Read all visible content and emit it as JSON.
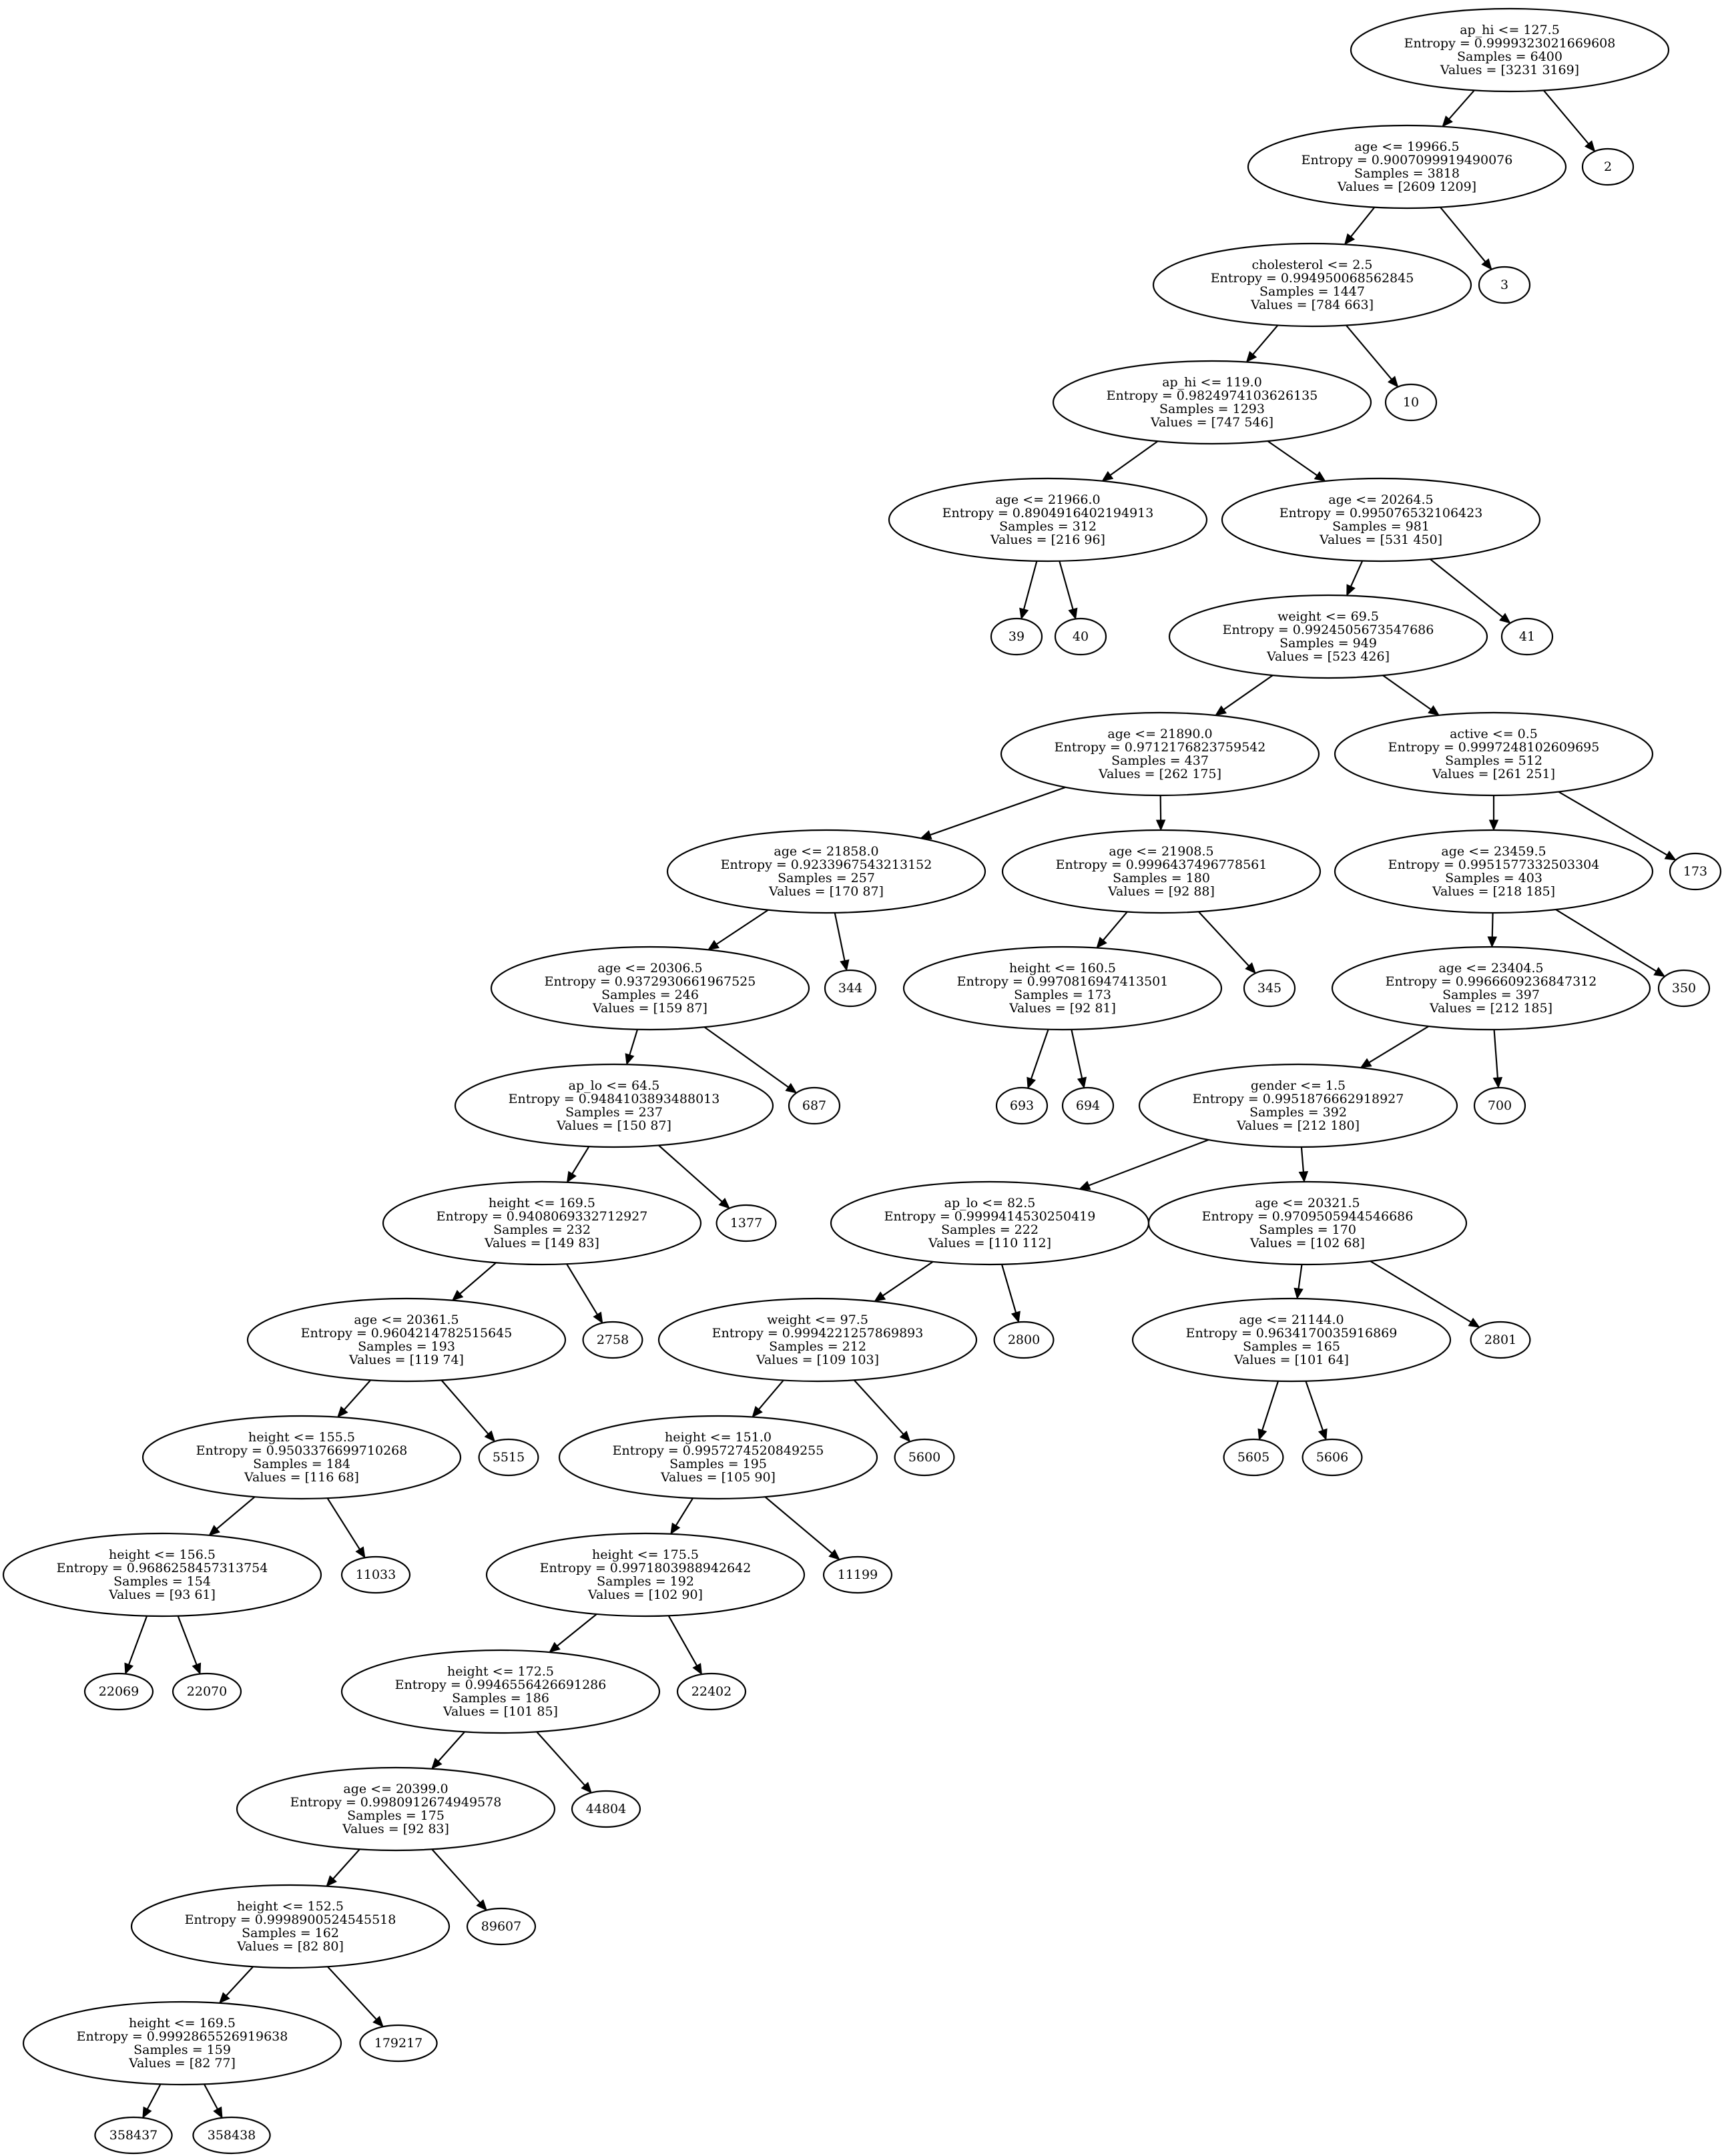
{
  "diagram": {
    "type": "decision-tree",
    "nodes": [
      {
        "id": "n0",
        "lines": [
          "ap_hi <= 127.5",
          "Entropy = 0.9999323021669608",
          "Samples = 6400",
          "Values = [3231 3169]"
        ]
      },
      {
        "id": "n1",
        "lines": [
          "age <= 19966.5",
          "Entropy = 0.9007099919490076",
          "Samples = 3818",
          "Values = [2609 1209]"
        ]
      },
      {
        "id": "n2",
        "lines": [
          "2"
        ]
      },
      {
        "id": "n3",
        "lines": [
          "cholesterol <= 2.5",
          "Entropy = 0.994950068562845",
          "Samples = 1447",
          "Values = [784 663]"
        ]
      },
      {
        "id": "n4",
        "lines": [
          "3"
        ]
      },
      {
        "id": "n5",
        "lines": [
          "ap_hi <= 119.0",
          "Entropy = 0.9824974103626135",
          "Samples = 1293",
          "Values = [747 546]"
        ]
      },
      {
        "id": "n6",
        "lines": [
          "10"
        ]
      },
      {
        "id": "n7",
        "lines": [
          "age <= 21966.0",
          "Entropy = 0.8904916402194913",
          "Samples = 312",
          "Values = [216  96]"
        ]
      },
      {
        "id": "n8",
        "lines": [
          "age <= 20264.5",
          "Entropy = 0.995076532106423",
          "Samples = 981",
          "Values = [531 450]"
        ]
      },
      {
        "id": "n9",
        "lines": [
          "39"
        ]
      },
      {
        "id": "n10",
        "lines": [
          "40"
        ]
      },
      {
        "id": "n11",
        "lines": [
          "weight <= 69.5",
          "Entropy = 0.9924505673547686",
          "Samples = 949",
          "Values = [523 426]"
        ]
      },
      {
        "id": "n12",
        "lines": [
          "41"
        ]
      },
      {
        "id": "n13",
        "lines": [
          "age <= 21890.0",
          "Entropy = 0.9712176823759542",
          "Samples = 437",
          "Values = [262 175]"
        ]
      },
      {
        "id": "n14",
        "lines": [
          "active <= 0.5",
          "Entropy = 0.9997248102609695",
          "Samples = 512",
          "Values = [261 251]"
        ]
      },
      {
        "id": "n15",
        "lines": [
          "age <= 21858.0",
          "Entropy = 0.9233967543213152",
          "Samples = 257",
          "Values = [170  87]"
        ]
      },
      {
        "id": "n16",
        "lines": [
          "age <= 21908.5",
          "Entropy = 0.9996437496778561",
          "Samples = 180",
          "Values = [92 88]"
        ]
      },
      {
        "id": "n17",
        "lines": [
          "age <= 23459.5",
          "Entropy = 0.9951577332503304",
          "Samples = 403",
          "Values = [218 185]"
        ]
      },
      {
        "id": "n18",
        "lines": [
          "173"
        ]
      },
      {
        "id": "n19",
        "lines": [
          "age <= 20306.5",
          "Entropy = 0.9372930661967525",
          "Samples = 246",
          "Values = [159  87]"
        ]
      },
      {
        "id": "n20",
        "lines": [
          "344"
        ]
      },
      {
        "id": "n21",
        "lines": [
          "height <= 160.5",
          "Entropy = 0.9970816947413501",
          "Samples = 173",
          "Values = [92 81]"
        ]
      },
      {
        "id": "n22",
        "lines": [
          "345"
        ]
      },
      {
        "id": "n23",
        "lines": [
          "age <= 23404.5",
          "Entropy = 0.9966609236847312",
          "Samples = 397",
          "Values = [212 185]"
        ]
      },
      {
        "id": "n24",
        "lines": [
          "350"
        ]
      },
      {
        "id": "n25",
        "lines": [
          "ap_lo <= 64.5",
          "Entropy = 0.9484103893488013",
          "Samples = 237",
          "Values = [150  87]"
        ]
      },
      {
        "id": "n26",
        "lines": [
          "687"
        ]
      },
      {
        "id": "n27",
        "lines": [
          "693"
        ]
      },
      {
        "id": "n28",
        "lines": [
          "694"
        ]
      },
      {
        "id": "n29",
        "lines": [
          "gender <= 1.5",
          "Entropy = 0.9951876662918927",
          "Samples = 392",
          "Values = [212 180]"
        ]
      },
      {
        "id": "n30",
        "lines": [
          "700"
        ]
      },
      {
        "id": "n31",
        "lines": [
          "height <= 169.5",
          "Entropy = 0.9408069332712927",
          "Samples = 232",
          "Values = [149  83]"
        ]
      },
      {
        "id": "n32",
        "lines": [
          "1377"
        ]
      },
      {
        "id": "n33",
        "lines": [
          "ap_lo <= 82.5",
          "Entropy = 0.9999414530250419",
          "Samples = 222",
          "Values = [110 112]"
        ]
      },
      {
        "id": "n34",
        "lines": [
          "age <= 20321.5",
          "Entropy = 0.9709505944546686",
          "Samples = 170",
          "Values = [102  68]"
        ]
      },
      {
        "id": "n35",
        "lines": [
          "age <= 20361.5",
          "Entropy = 0.9604214782515645",
          "Samples = 193",
          "Values = [119  74]"
        ]
      },
      {
        "id": "n36",
        "lines": [
          "2758"
        ]
      },
      {
        "id": "n37",
        "lines": [
          "weight <= 97.5",
          "Entropy = 0.9994221257869893",
          "Samples = 212",
          "Values = [109 103]"
        ]
      },
      {
        "id": "n38",
        "lines": [
          "2800"
        ]
      },
      {
        "id": "n39",
        "lines": [
          "age <= 21144.0",
          "Entropy = 0.9634170035916869",
          "Samples = 165",
          "Values = [101  64]"
        ]
      },
      {
        "id": "n40",
        "lines": [
          "2801"
        ]
      },
      {
        "id": "n41",
        "lines": [
          "height <= 155.5",
          "Entropy = 0.9503376699710268",
          "Samples = 184",
          "Values = [116  68]"
        ]
      },
      {
        "id": "n42",
        "lines": [
          "5515"
        ]
      },
      {
        "id": "n43",
        "lines": [
          "height <= 151.0",
          "Entropy = 0.9957274520849255",
          "Samples = 195",
          "Values = [105  90]"
        ]
      },
      {
        "id": "n44",
        "lines": [
          "5600"
        ]
      },
      {
        "id": "n45",
        "lines": [
          "5605"
        ]
      },
      {
        "id": "n46",
        "lines": [
          "5606"
        ]
      },
      {
        "id": "n47",
        "lines": [
          "height <= 156.5",
          "Entropy = 0.9686258457313754",
          "Samples = 154",
          "Values = [93 61]"
        ]
      },
      {
        "id": "n48",
        "lines": [
          "11033"
        ]
      },
      {
        "id": "n49",
        "lines": [
          "height <= 175.5",
          "Entropy = 0.9971803988942642",
          "Samples = 192",
          "Values = [102  90]"
        ]
      },
      {
        "id": "n50",
        "lines": [
          "11199"
        ]
      },
      {
        "id": "n51",
        "lines": [
          "22069"
        ]
      },
      {
        "id": "n52",
        "lines": [
          "22070"
        ]
      },
      {
        "id": "n53",
        "lines": [
          "height <= 172.5",
          "Entropy = 0.9946556426691286",
          "Samples = 186",
          "Values = [101  85]"
        ]
      },
      {
        "id": "n54",
        "lines": [
          "22402"
        ]
      },
      {
        "id": "n55",
        "lines": [
          "age <= 20399.0",
          "Entropy = 0.9980912674949578",
          "Samples = 175",
          "Values = [92 83]"
        ]
      },
      {
        "id": "n56",
        "lines": [
          "44804"
        ]
      },
      {
        "id": "n57",
        "lines": [
          "height <= 152.5",
          "Entropy = 0.9998900524545518",
          "Samples = 162",
          "Values = [82 80]"
        ]
      },
      {
        "id": "n58",
        "lines": [
          "89607"
        ]
      },
      {
        "id": "n59",
        "lines": [
          "height <= 169.5",
          "Entropy = 0.9992865526919638",
          "Samples = 159",
          "Values = [82 77]"
        ]
      },
      {
        "id": "n60",
        "lines": [
          "179217"
        ]
      },
      {
        "id": "n61",
        "lines": [
          "358437"
        ]
      },
      {
        "id": "n62",
        "lines": [
          "358438"
        ]
      }
    ],
    "edges": [
      [
        "n0",
        "n1"
      ],
      [
        "n0",
        "n2"
      ],
      [
        "n1",
        "n3"
      ],
      [
        "n1",
        "n4"
      ],
      [
        "n3",
        "n5"
      ],
      [
        "n3",
        "n6"
      ],
      [
        "n5",
        "n7"
      ],
      [
        "n5",
        "n8"
      ],
      [
        "n7",
        "n9"
      ],
      [
        "n7",
        "n10"
      ],
      [
        "n8",
        "n11"
      ],
      [
        "n8",
        "n12"
      ],
      [
        "n11",
        "n13"
      ],
      [
        "n11",
        "n14"
      ],
      [
        "n13",
        "n15"
      ],
      [
        "n13",
        "n16"
      ],
      [
        "n14",
        "n17"
      ],
      [
        "n14",
        "n18"
      ],
      [
        "n15",
        "n19"
      ],
      [
        "n15",
        "n20"
      ],
      [
        "n16",
        "n21"
      ],
      [
        "n16",
        "n22"
      ],
      [
        "n17",
        "n23"
      ],
      [
        "n17",
        "n24"
      ],
      [
        "n19",
        "n25"
      ],
      [
        "n19",
        "n26"
      ],
      [
        "n21",
        "n27"
      ],
      [
        "n21",
        "n28"
      ],
      [
        "n23",
        "n29"
      ],
      [
        "n23",
        "n30"
      ],
      [
        "n25",
        "n31"
      ],
      [
        "n25",
        "n32"
      ],
      [
        "n29",
        "n33"
      ],
      [
        "n29",
        "n34"
      ],
      [
        "n31",
        "n35"
      ],
      [
        "n31",
        "n36"
      ],
      [
        "n33",
        "n37"
      ],
      [
        "n33",
        "n38"
      ],
      [
        "n34",
        "n39"
      ],
      [
        "n34",
        "n40"
      ],
      [
        "n35",
        "n41"
      ],
      [
        "n35",
        "n42"
      ],
      [
        "n37",
        "n43"
      ],
      [
        "n37",
        "n44"
      ],
      [
        "n39",
        "n45"
      ],
      [
        "n39",
        "n46"
      ],
      [
        "n41",
        "n47"
      ],
      [
        "n41",
        "n48"
      ],
      [
        "n43",
        "n49"
      ],
      [
        "n43",
        "n50"
      ],
      [
        "n47",
        "n51"
      ],
      [
        "n47",
        "n52"
      ],
      [
        "n49",
        "n53"
      ],
      [
        "n49",
        "n54"
      ],
      [
        "n53",
        "n55"
      ],
      [
        "n53",
        "n56"
      ],
      [
        "n55",
        "n57"
      ],
      [
        "n55",
        "n58"
      ],
      [
        "n57",
        "n59"
      ],
      [
        "n57",
        "n60"
      ],
      [
        "n59",
        "n61"
      ],
      [
        "n59",
        "n62"
      ]
    ]
  }
}
